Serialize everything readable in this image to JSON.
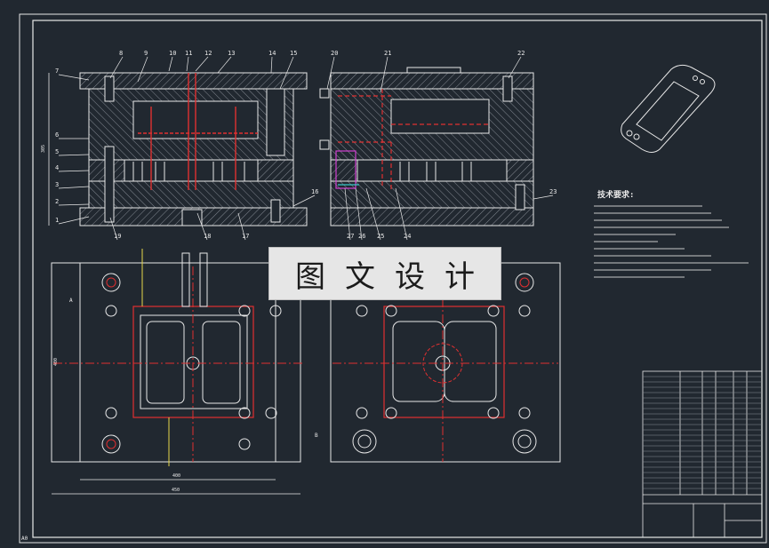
{
  "drawing": {
    "part_numbers_left": [
      "1",
      "2",
      "3",
      "4",
      "5",
      "6",
      "7",
      "8",
      "9",
      "10",
      "11",
      "12",
      "13",
      "14",
      "15",
      "16",
      "17",
      "18",
      "19"
    ],
    "part_numbers_right": [
      "20",
      "21",
      "22",
      "23",
      "24",
      "25",
      "26",
      "27"
    ],
    "dimension_labels": {
      "left_height": "305",
      "plan_height": "400",
      "plan_width_inner": "400",
      "plan_width_outer": "450",
      "section_marker_a": "A",
      "section_marker_b": "B",
      "corner_mark": "A0"
    },
    "tech_title": "技术要求:",
    "watermark": "图文设计"
  },
  "colors": {
    "background": "#212830",
    "line": "#e8e8e8",
    "red": "#e03030",
    "yellow": "#e8d84a",
    "magenta": "#d040d0",
    "cyan": "#38c8c8"
  }
}
